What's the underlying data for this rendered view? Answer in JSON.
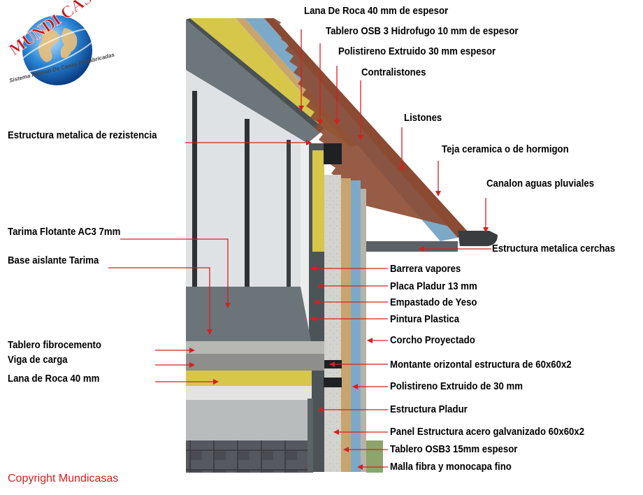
{
  "logo": {
    "title": "MUNDI CASAS",
    "subtitle": "Sistema Aleman De Casas Prefabricadas",
    "colors": {
      "red": "#c8161d",
      "globe": "#1f7fd0"
    }
  },
  "colors": {
    "arrow": "#d42020",
    "rock_wool": "#d6c64a",
    "osb": "#c7a56d",
    "xps": "#7da9c8",
    "tile": "#8b4a32",
    "steel": "#5e676c",
    "plaster": "#cfcfca",
    "concrete": "#8e8e8c"
  },
  "labels": {
    "lana_roca_40_espesor": "Lana De Roca 40 mm de espesor",
    "tablero_osb3_hidrofugo": "Tablero OSB 3 Hidrofugo 10 mm de espesor",
    "polistireno_30_espesor": "Polistireno Extruido 30 mm espesor",
    "contralistones": "Contralistones",
    "listones": "Listones",
    "teja": "Teja ceramica o de hormigon",
    "canalon": "Canalon aguas pluviales",
    "estructura_cerchas": "Estructura metalica cerchas",
    "estructura_rezistencia": "Estructura metalica de rezistencia",
    "tarima_flotante": "Tarima Flotante AC3 7mm",
    "base_aislante": "Base aislante Tarima",
    "tablero_fibrocemento": "Tablero fibrocemento",
    "viga_carga": "Viga de carga",
    "lana_roca_40": "Lana de Roca 40 mm",
    "barrera_vapores": "Barrera vapores",
    "placa_pladur": "Placa Pladur 13 mm",
    "empastado_yeso": "Empastado de Yeso",
    "pintura_plastica": "Pintura Plastica",
    "corcho_proyectado": "Corcho Proyectado",
    "montante_orizontal": "Montante orizontal estructura de 60x60x2",
    "polistireno_30": "Polistireno Extruido de 30 mm",
    "estructura_pladur": "Estructura Pladur",
    "panel_estructura": "Panel Estructura acero galvanizado 60x60x2",
    "tablero_osb3_15": "Tablero OSB3 15mm espesor",
    "malla_fibra": "Malla fibra y monocapa fino"
  },
  "copyright": "Copyright Mundicasas"
}
